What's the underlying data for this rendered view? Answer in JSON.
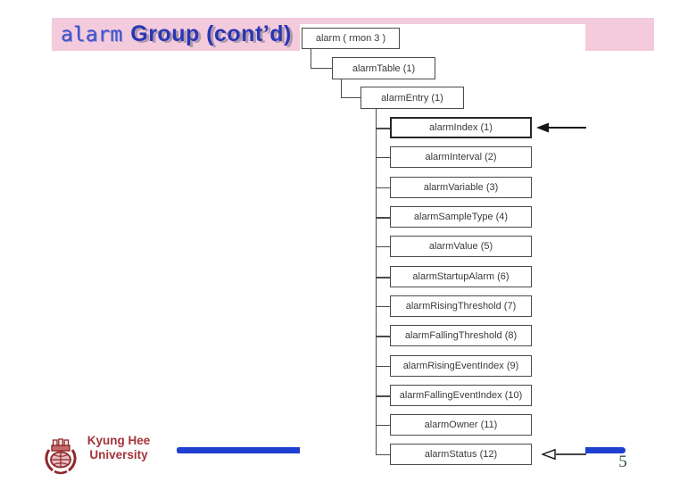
{
  "slide": {
    "title": {
      "keyword": "alarm",
      "text": "Group (cont’d)"
    },
    "page_number": "5",
    "footer": {
      "line1": "Kyung Hee",
      "line2": "University"
    }
  },
  "diagram": {
    "root_label": "alarm ( rmon 3 )",
    "table_label": "alarmTable (1)",
    "entry_label": "alarmEntry (1)",
    "children": [
      "alarmIndex (1)",
      "alarmInterval (2)",
      "alarmVariable (3)",
      "alarmSampleType (4)",
      "alarmValue (5)",
      "alarmStartupAlarm (6)",
      "alarmRisingThreshold (7)",
      "alarmFallingThreshold (8)",
      "alarmRisingEventIndex (9)",
      "alarmFallingEventIndex (10)",
      "alarmOwner (11)",
      "alarmStatus (12)"
    ],
    "annotations": [
      {
        "target": "alarmIndex (1)",
        "icon": "solid-left-arrow-icon"
      },
      {
        "target": "alarmStatus (12)",
        "icon": "open-left-arrow-icon"
      }
    ]
  },
  "colors": {
    "banner_pink": "#f4cbdd",
    "title_blue": "#2936b5",
    "rule_blue": "#1e3fd0",
    "footer_red": "#a2343a",
    "page_green": "#2f5633"
  }
}
